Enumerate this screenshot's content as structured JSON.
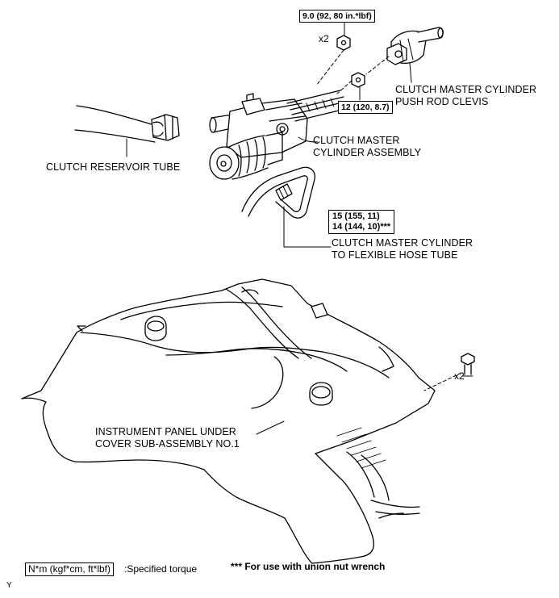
{
  "torque_specs": {
    "nut_top": "9.0 (92, 80 in.*lbf)",
    "nut_mid": "12 (120, 8.7)",
    "tube_line1": "15 (155, 11)",
    "tube_line2": "14 (144, 10)***"
  },
  "quantities": {
    "nuts": "x2",
    "bolts": "x2"
  },
  "labels": {
    "push_rod_clevis_line1": "CLUTCH MASTER CYLINDER",
    "push_rod_clevis_line2": "PUSH ROD CLEVIS",
    "reservoir_tube": "CLUTCH RESERVOIR TUBE",
    "master_cyl_line1": "CLUTCH MASTER",
    "master_cyl_line2": "CYLINDER ASSEMBLY",
    "flex_tube_line1": "CLUTCH MASTER CYLINDER",
    "flex_tube_line2": "TO FLEXIBLE HOSE TUBE",
    "under_cover_line1": "INSTRUMENT PANEL UNDER",
    "under_cover_line2": "COVER SUB-ASSEMBLY NO.1"
  },
  "legend": {
    "torque_units": "N*m (kgf*cm, ft*lbf)",
    "torque_desc": ":Specified torque",
    "union_note": "*** For use with union nut wrench"
  },
  "corner_mark": "Y"
}
